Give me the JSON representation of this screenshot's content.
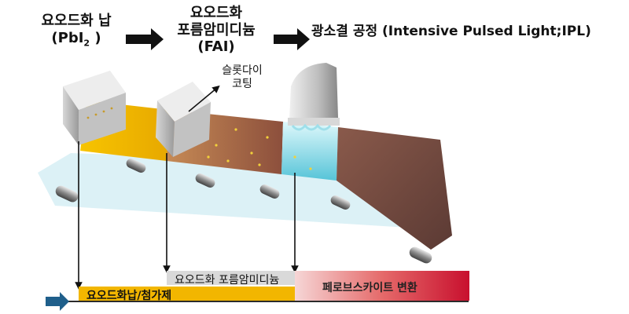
{
  "labels": {
    "step1_line1": "요오드화 납",
    "step1_line2_pre": "(PbI",
    "step1_line2_sub": "2",
    "step1_line2_post": " )",
    "step2_line1": "요오드화",
    "step2_line2": "포름암미디늄",
    "step2_line3": "(FAI)",
    "step3": "광소결 공정 (Intensive Pulsed Light;IPL)",
    "coat_line1": "슬롯다이",
    "coat_line2": "코팅"
  },
  "timeline": {
    "seg1": "요오드화납/첨가제",
    "seg2": "요오드화 포름암미디늄",
    "seg3": "페로브스카이트 변환"
  },
  "colors": {
    "pbi2": "#f2b600",
    "film": "#9b6248",
    "ipl": "#7fd9e6",
    "conversion": "#c8102e",
    "arrow": "#1f5f8b"
  }
}
